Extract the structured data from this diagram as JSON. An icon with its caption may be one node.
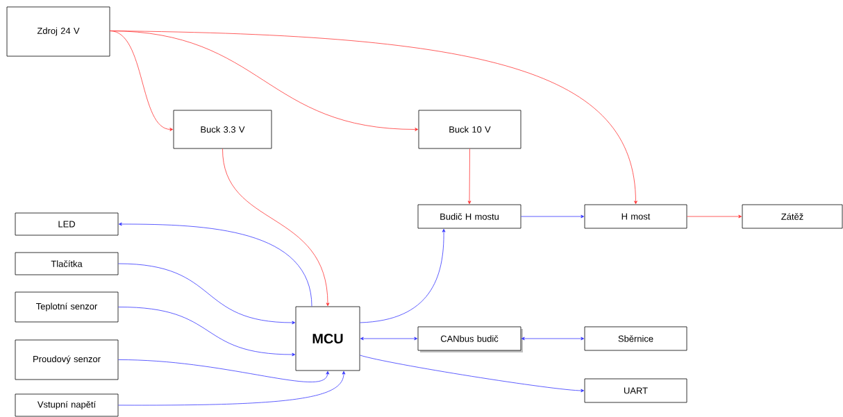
{
  "diagram": {
    "nodes": [
      {
        "text": [
          "Zdroj 24 V"
        ]
      },
      {
        "text": [
          "Buck 3.3 V"
        ]
      },
      {
        "text": [
          "Buck 10 V"
        ]
      },
      {
        "text": [
          "LED"
        ]
      },
      {
        "text": [
          "Tlačítka"
        ]
      },
      {
        "text": [
          "Teplotní senzor"
        ]
      },
      {
        "text": [
          "Proudový senzor"
        ]
      },
      {
        "text": [
          "Vstupní napětí"
        ]
      },
      {
        "text": [
          "MCU"
        ]
      },
      {
        "text": [
          "Budič H mostu"
        ]
      },
      {
        "text": [
          "H most"
        ]
      },
      {
        "text": [
          "Zátěž"
        ]
      },
      {
        "text": [
          "CANbus budič"
        ]
      },
      {
        "text": [
          "Sběrnice"
        ]
      },
      {
        "text": [
          "UART"
        ]
      }
    ],
    "edges": [
      {
        "from": 0,
        "to": 1,
        "arrow": "to",
        "color": "#ff3333"
      },
      {
        "from": 0,
        "to": 2,
        "arrow": "to",
        "color": "#ff3333"
      },
      {
        "from": 0,
        "to": 10,
        "arrow": "to",
        "color": "#ff3333"
      },
      {
        "from": 1,
        "to": 8,
        "arrow": "to",
        "color": "#ff3333"
      },
      {
        "from": 2,
        "to": 9,
        "arrow": "to",
        "color": "#ff3333"
      },
      {
        "from": 10,
        "to": 11,
        "arrow": "to",
        "color": "#ff3333"
      },
      {
        "from": 8,
        "to": 3,
        "arrow": "to",
        "color": "#3333ff"
      },
      {
        "from": 4,
        "to": 8,
        "arrow": "to",
        "color": "#3333ff"
      },
      {
        "from": 5,
        "to": 8,
        "arrow": "to",
        "color": "#3333ff"
      },
      {
        "from": 6,
        "to": 8,
        "arrow": "to",
        "color": "#3333ff"
      },
      {
        "from": 7,
        "to": 8,
        "arrow": "to",
        "color": "#3333ff"
      },
      {
        "from": 8,
        "to": 9,
        "arrow": "to",
        "color": "#3333ff"
      },
      {
        "from": 9,
        "to": 10,
        "arrow": "to",
        "color": "#3333ff"
      },
      {
        "from": 8,
        "to": 12,
        "arrow": "both",
        "color": "#3333ff"
      },
      {
        "from": 12,
        "to": 13,
        "arrow": "both",
        "color": "#3333ff"
      },
      {
        "from": 8,
        "to": 14,
        "arrow": "to",
        "color": "#3333ff"
      }
    ]
  }
}
